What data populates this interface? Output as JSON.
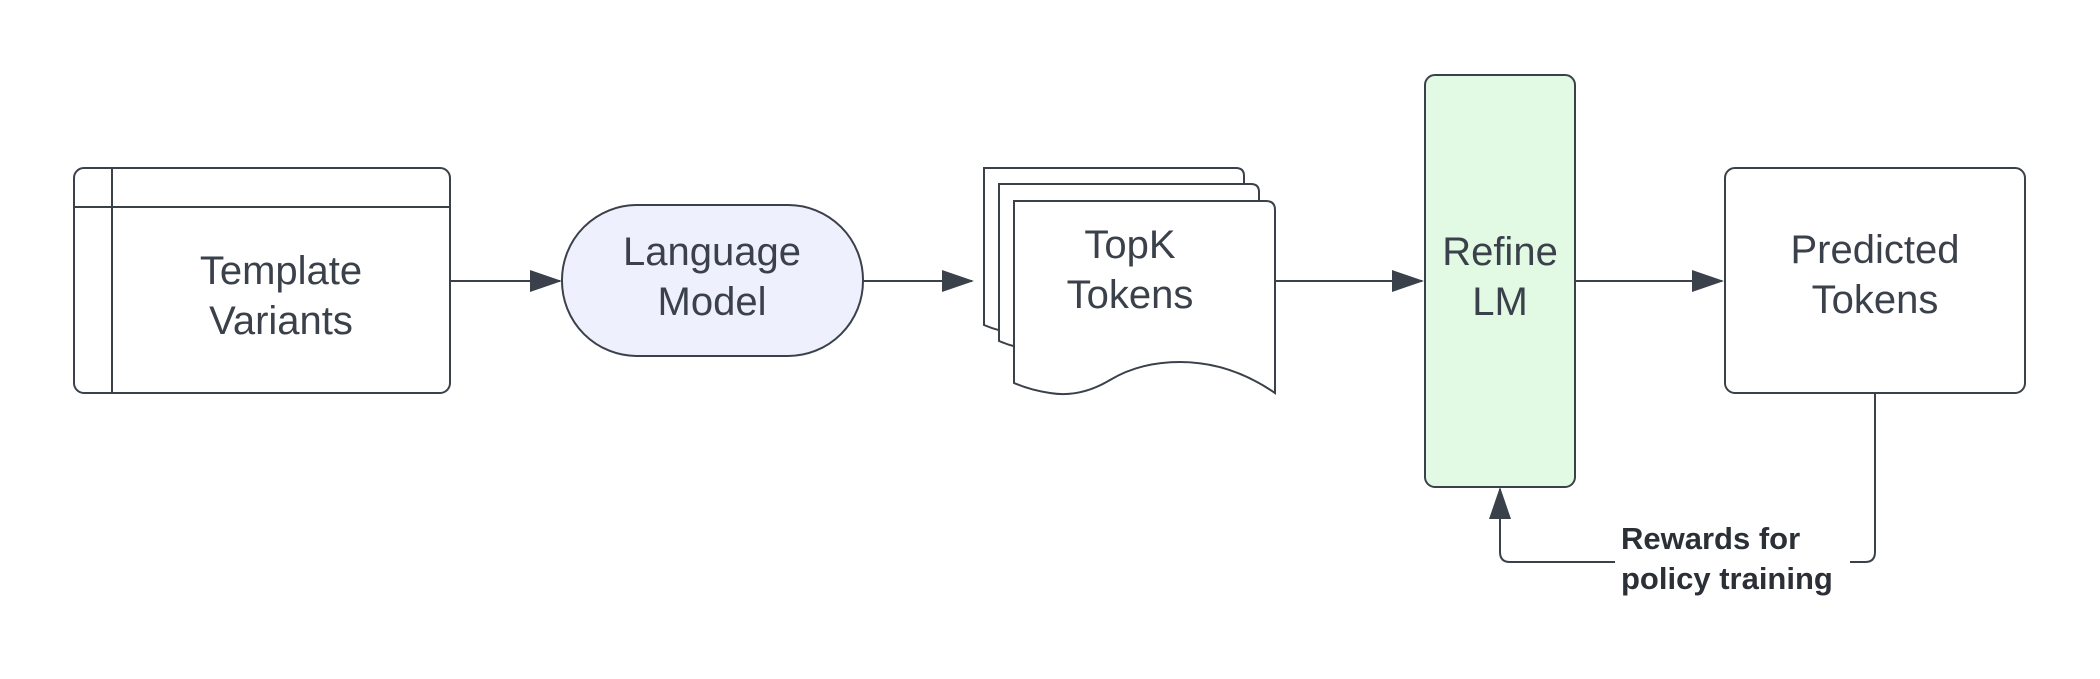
{
  "nodes": {
    "template_variants": {
      "line1": "Template",
      "line2": "Variants"
    },
    "language_model": {
      "line1": "Language",
      "line2": "Model"
    },
    "topk_tokens": {
      "line1": "TopK",
      "line2": "Tokens"
    },
    "refine_lm": {
      "line1": "Refine",
      "line2": "LM"
    },
    "predicted_tokens": {
      "line1": "Predicted",
      "line2": "Tokens"
    }
  },
  "feedback": {
    "line1": "Rewards for",
    "line2": "policy training"
  },
  "colors": {
    "stroke": "#3a414a",
    "language_model_fill": "#eff0fd",
    "refine_lm_fill": "#e2fae3",
    "default_fill": "#ffffff"
  }
}
